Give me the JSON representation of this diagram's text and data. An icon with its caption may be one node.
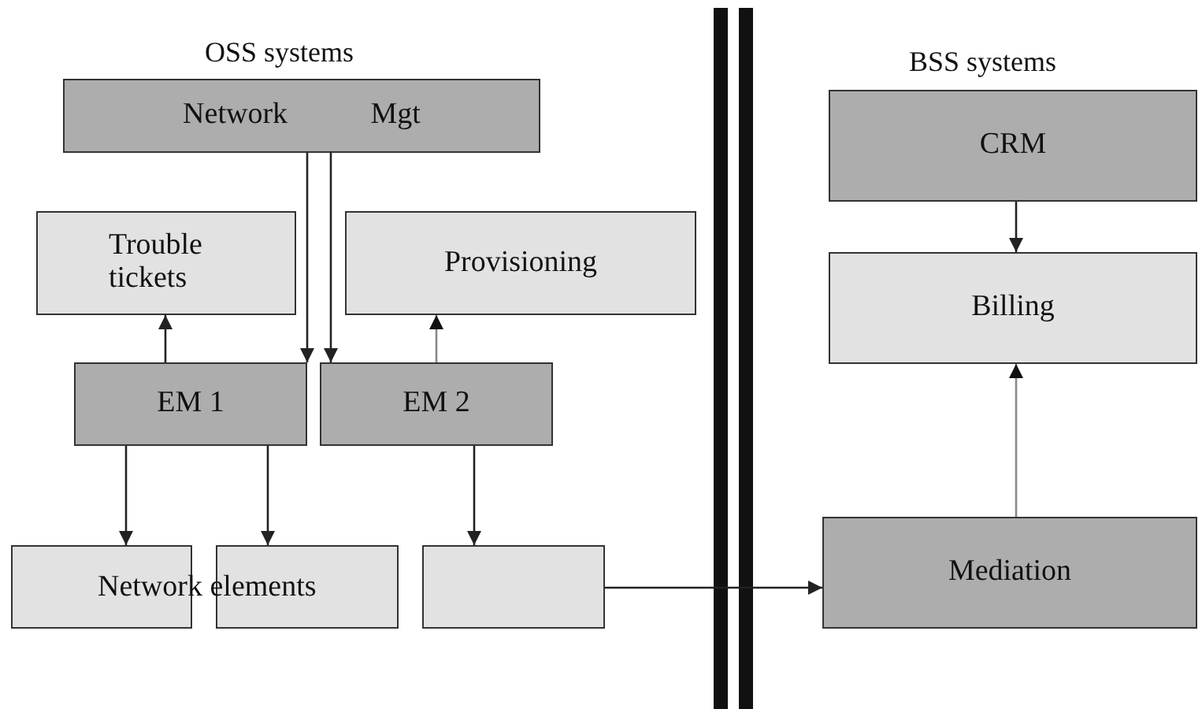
{
  "diagram": {
    "nodes": [
      {
        "text": [
          "Network Mgt"
        ]
      },
      {
        "text": [
          "CRM"
        ]
      },
      {
        "text": [
          "Trouble tickets"
        ]
      },
      {
        "text": [
          "Provisioning"
        ]
      },
      {
        "text": [
          "Billing"
        ]
      },
      {
        "text": [
          "EM 1"
        ]
      },
      {
        "text": [
          "EM 2"
        ]
      },
      {
        "text": [],
        "shape": "box"
      },
      {
        "text": [],
        "shape": "box"
      },
      {
        "text": [],
        "shape": "box"
      },
      {
        "text": [
          "Mediation"
        ]
      }
    ],
    "edges": [
      {
        "from": 0,
        "to": 5,
        "arrow": "to"
      },
      {
        "from": 0,
        "to": 6,
        "arrow": "to"
      },
      {
        "from": 1,
        "to": 4,
        "arrow": "to"
      },
      {
        "from": 5,
        "to": 2,
        "arrow": "to"
      },
      {
        "from": 6,
        "to": 3,
        "arrow": "to",
        "color": "#888888"
      },
      {
        "from": 5,
        "to": 7,
        "arrow": "to"
      },
      {
        "from": 5,
        "to": 8,
        "arrow": "to"
      },
      {
        "from": 6,
        "to": 9,
        "arrow": "to"
      },
      {
        "from": 9,
        "to": 10,
        "arrow": "to"
      },
      {
        "from": 10,
        "to": 4,
        "arrow": "to",
        "color": "#888888"
      }
    ],
    "labels": [
      "OSS systems",
      "BSS systems",
      "Network elements"
    ]
  }
}
